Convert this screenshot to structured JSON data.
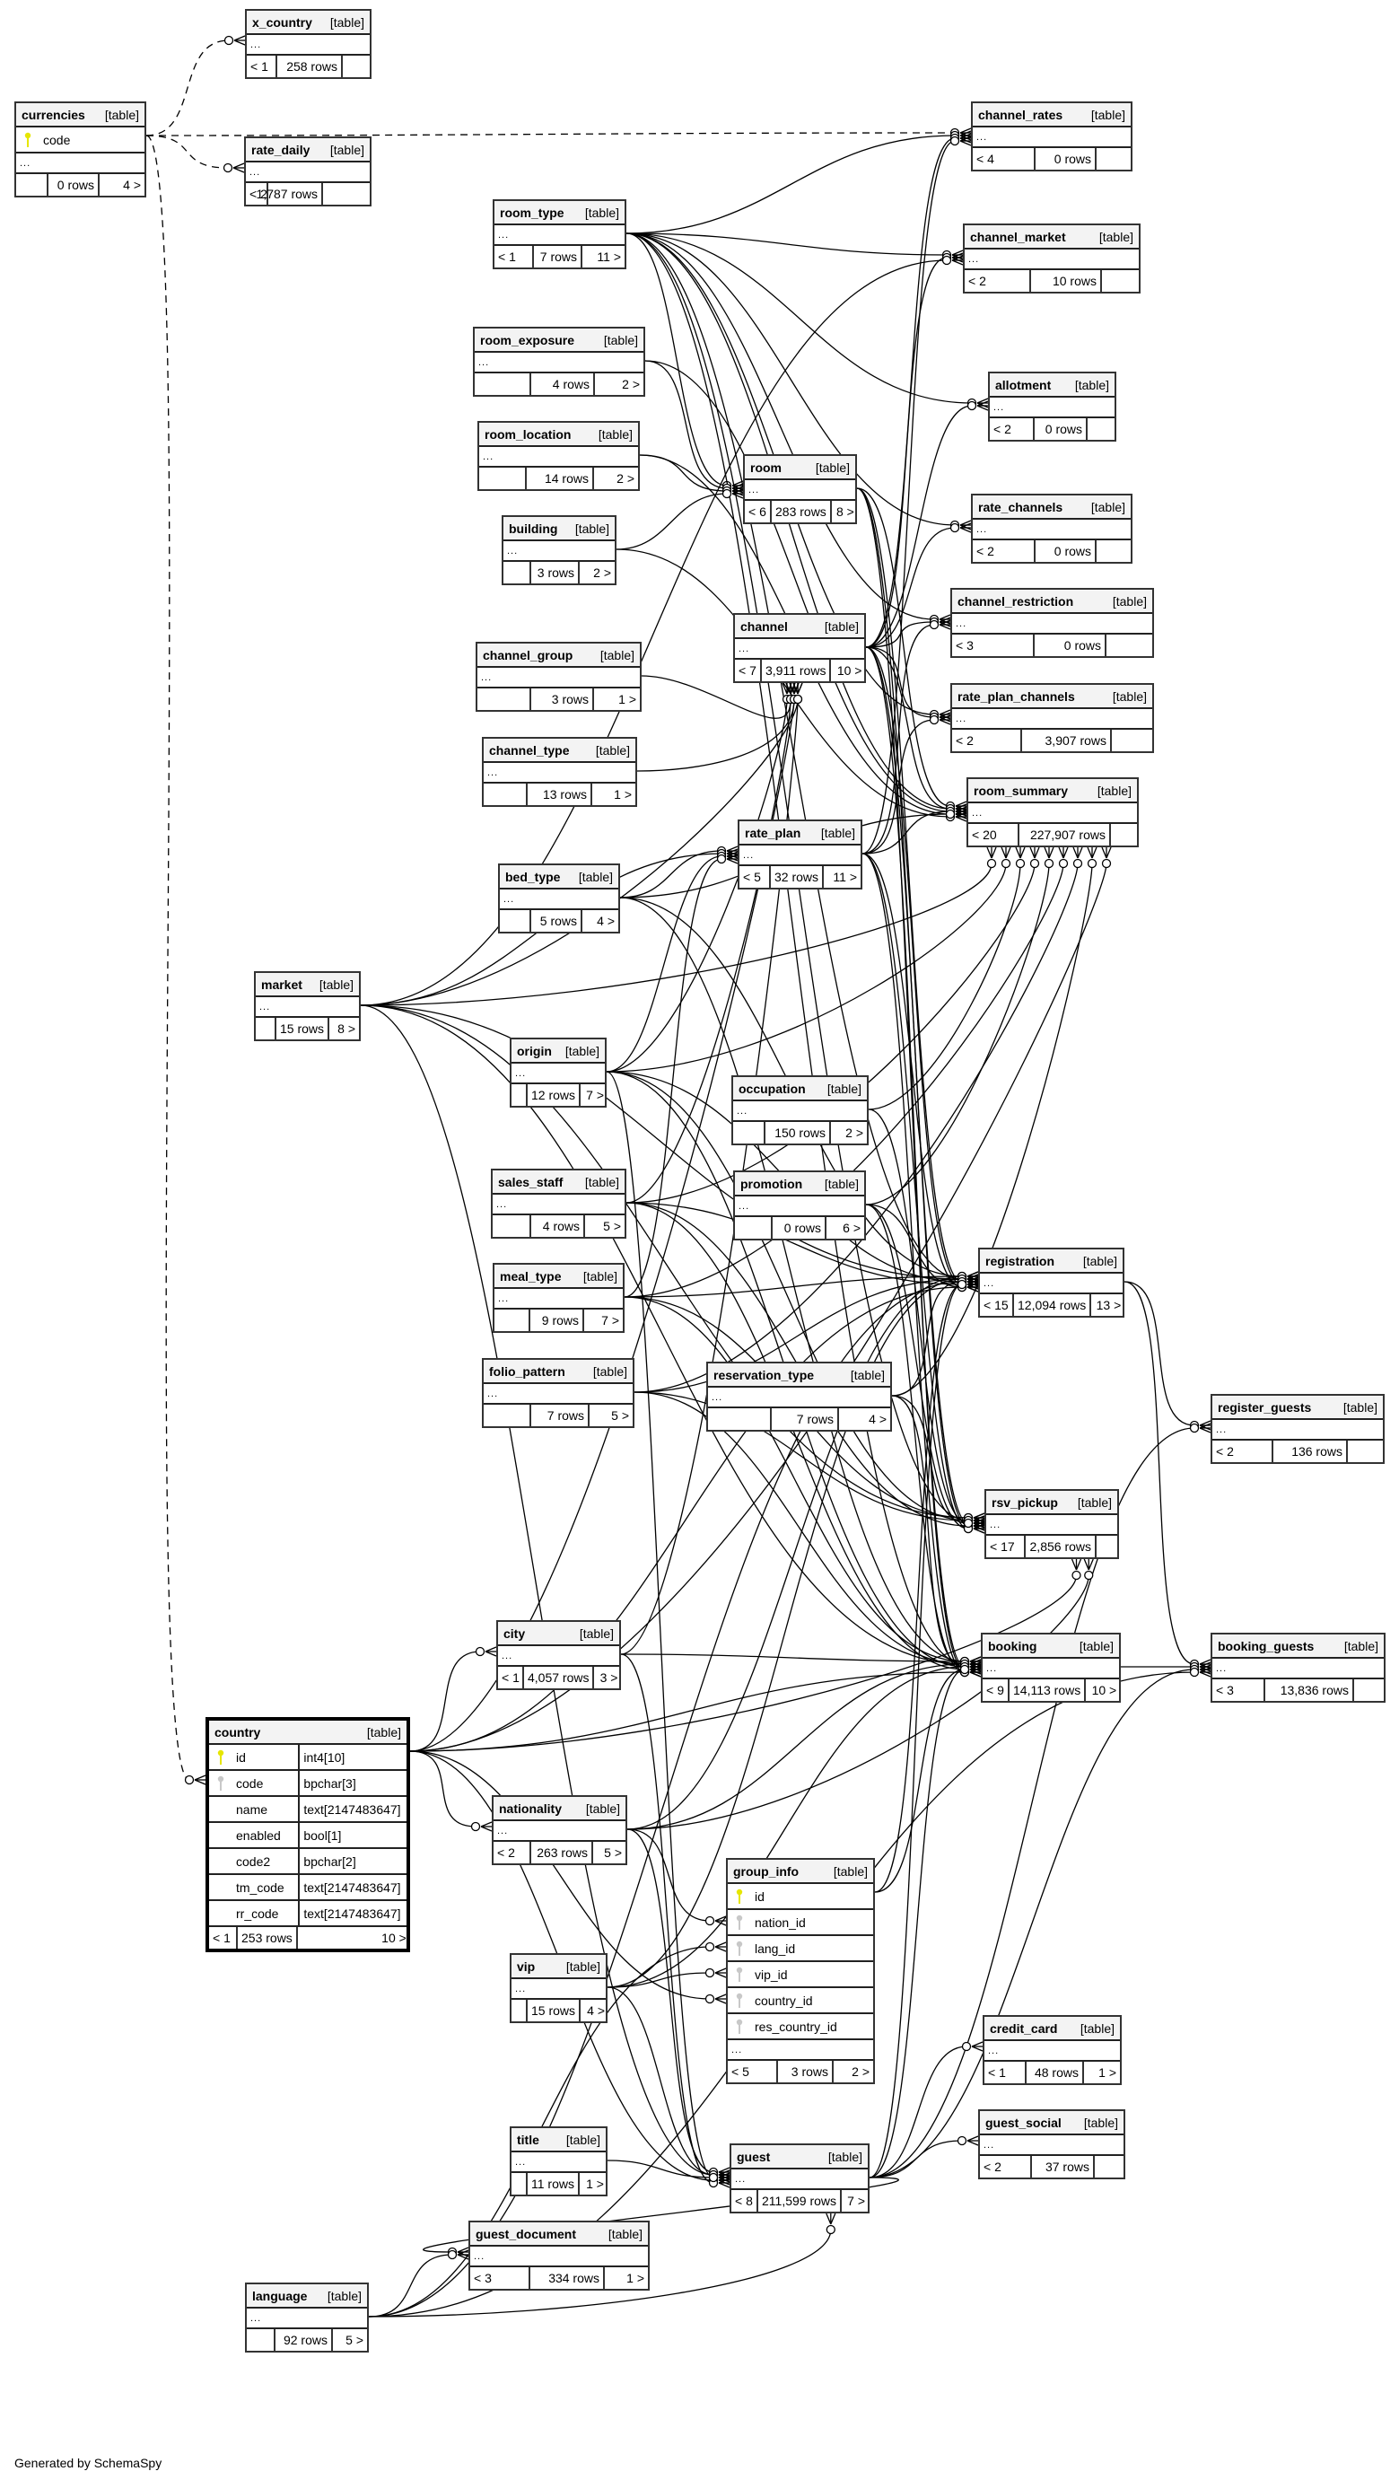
{
  "footer": "Generated by SchemaSpy",
  "label_table": "[table]",
  "ellipsis": "...",
  "tables": {
    "x_country": {
      "name": "x_country",
      "parents": "< 1",
      "rows": "258 rows",
      "children": ""
    },
    "currencies": {
      "name": "currencies",
      "parents": "",
      "rows": "0 rows",
      "children": "4 >",
      "columns": [
        {
          "name": "code",
          "key": "primary"
        }
      ]
    },
    "rate_daily": {
      "name": "rate_daily",
      "parents": "< 2",
      "rows": "1,787 rows",
      "children": ""
    },
    "channel_rates": {
      "name": "channel_rates",
      "parents": "< 4",
      "rows": "0 rows",
      "children": ""
    },
    "room_type": {
      "name": "room_type",
      "parents": "< 1",
      "rows": "7 rows",
      "children": "11 >"
    },
    "channel_market": {
      "name": "channel_market",
      "parents": "< 2",
      "rows": "10 rows",
      "children": ""
    },
    "room_exposure": {
      "name": "room_exposure",
      "parents": "",
      "rows": "4 rows",
      "children": "2 >"
    },
    "allotment": {
      "name": "allotment",
      "parents": "< 2",
      "rows": "0 rows",
      "children": ""
    },
    "room_location": {
      "name": "room_location",
      "parents": "",
      "rows": "14 rows",
      "children": "2 >"
    },
    "room": {
      "name": "room",
      "parents": "< 6",
      "rows": "283 rows",
      "children": "8 >"
    },
    "rate_channels": {
      "name": "rate_channels",
      "parents": "< 2",
      "rows": "0 rows",
      "children": ""
    },
    "building": {
      "name": "building",
      "parents": "",
      "rows": "3 rows",
      "children": "2 >"
    },
    "channel": {
      "name": "channel",
      "parents": "< 7",
      "rows": "3,911 rows",
      "children": "10 >"
    },
    "channel_restriction": {
      "name": "channel_restriction",
      "parents": "< 3",
      "rows": "0 rows",
      "children": ""
    },
    "channel_group": {
      "name": "channel_group",
      "parents": "",
      "rows": "3 rows",
      "children": "1 >"
    },
    "rate_plan_channels": {
      "name": "rate_plan_channels",
      "parents": "< 2",
      "rows": "3,907 rows",
      "children": ""
    },
    "channel_type": {
      "name": "channel_type",
      "parents": "",
      "rows": "13 rows",
      "children": "1 >"
    },
    "room_summary": {
      "name": "room_summary",
      "parents": "< 20",
      "rows": "227,907 rows",
      "children": ""
    },
    "rate_plan": {
      "name": "rate_plan",
      "parents": "< 5",
      "rows": "32 rows",
      "children": "11 >"
    },
    "bed_type": {
      "name": "bed_type",
      "parents": "",
      "rows": "5 rows",
      "children": "4 >"
    },
    "market": {
      "name": "market",
      "parents": "",
      "rows": "15 rows",
      "children": "8 >"
    },
    "origin": {
      "name": "origin",
      "parents": "",
      "rows": "12 rows",
      "children": "7 >"
    },
    "occupation": {
      "name": "occupation",
      "parents": "",
      "rows": "150 rows",
      "children": "2 >"
    },
    "sales_staff": {
      "name": "sales_staff",
      "parents": "",
      "rows": "4 rows",
      "children": "5 >"
    },
    "promotion": {
      "name": "promotion",
      "parents": "",
      "rows": "0 rows",
      "children": "6 >"
    },
    "registration": {
      "name": "registration",
      "parents": "< 15",
      "rows": "12,094 rows",
      "children": "13 >"
    },
    "meal_type": {
      "name": "meal_type",
      "parents": "",
      "rows": "9 rows",
      "children": "7 >"
    },
    "folio_pattern": {
      "name": "folio_pattern",
      "parents": "",
      "rows": "7 rows",
      "children": "5 >"
    },
    "reservation_type": {
      "name": "reservation_type",
      "parents": "",
      "rows": "7 rows",
      "children": "4 >"
    },
    "register_guests": {
      "name": "register_guests",
      "parents": "< 2",
      "rows": "136 rows",
      "children": ""
    },
    "rsv_pickup": {
      "name": "rsv_pickup",
      "parents": "< 17",
      "rows": "2,856 rows",
      "children": ""
    },
    "city": {
      "name": "city",
      "parents": "< 1",
      "rows": "4,057 rows",
      "children": "3 >"
    },
    "booking": {
      "name": "booking",
      "parents": "< 9",
      "rows": "14,113 rows",
      "children": "10 >"
    },
    "booking_guests": {
      "name": "booking_guests",
      "parents": "< 3",
      "rows": "13,836 rows",
      "children": ""
    },
    "country": {
      "name": "country",
      "parents": "< 1",
      "rows": "253 rows",
      "children": "10 >",
      "columns": [
        {
          "name": "id",
          "type": "int4[10]",
          "key": "primary"
        },
        {
          "name": "code",
          "type": "bpchar[3]",
          "key": "foreign"
        },
        {
          "name": "name",
          "type": "text[2147483647]",
          "key": ""
        },
        {
          "name": "enabled",
          "type": "bool[1]",
          "key": ""
        },
        {
          "name": "code2",
          "type": "bpchar[2]",
          "key": ""
        },
        {
          "name": "tm_code",
          "type": "text[2147483647]",
          "key": ""
        },
        {
          "name": "rr_code",
          "type": "text[2147483647]",
          "key": ""
        }
      ]
    },
    "nationality": {
      "name": "nationality",
      "parents": "< 2",
      "rows": "263 rows",
      "children": "5 >"
    },
    "group_info": {
      "name": "group_info",
      "parents": "< 5",
      "rows": "3 rows",
      "children": "2 >",
      "columns": [
        {
          "name": "id",
          "key": "primary"
        },
        {
          "name": "nation_id",
          "key": "foreign"
        },
        {
          "name": "lang_id",
          "key": "foreign"
        },
        {
          "name": "vip_id",
          "key": "foreign"
        },
        {
          "name": "country_id",
          "key": "foreign"
        },
        {
          "name": "res_country_id",
          "key": "foreign"
        }
      ]
    },
    "vip": {
      "name": "vip",
      "parents": "",
      "rows": "15 rows",
      "children": "4 >"
    },
    "credit_card": {
      "name": "credit_card",
      "parents": "< 1",
      "rows": "48 rows",
      "children": "1 >"
    },
    "title": {
      "name": "title",
      "parents": "",
      "rows": "11 rows",
      "children": "1 >"
    },
    "guest": {
      "name": "guest",
      "parents": "< 8",
      "rows": "211,599 rows",
      "children": "7 >"
    },
    "guest_social": {
      "name": "guest_social",
      "parents": "< 2",
      "rows": "37 rows",
      "children": ""
    },
    "guest_document": {
      "name": "guest_document",
      "parents": "< 3",
      "rows": "334 rows",
      "children": "1 >"
    },
    "language": {
      "name": "language",
      "parents": "",
      "rows": "92 rows",
      "children": "5 >"
    }
  },
  "relationships": [
    {
      "from": "currencies",
      "to": "x_country",
      "implied": true
    },
    {
      "from": "currencies",
      "to": "rate_daily",
      "implied": true
    },
    {
      "from": "currencies",
      "to": "channel_rates",
      "implied": true
    },
    {
      "from": "currencies",
      "to": "country",
      "implied": true
    },
    {
      "from": "room_type",
      "to": "room"
    },
    {
      "from": "room_type",
      "to": "channel_rates"
    },
    {
      "from": "room_type",
      "to": "channel_market"
    },
    {
      "from": "room_type",
      "to": "allotment"
    },
    {
      "from": "room_type",
      "to": "room_summary"
    },
    {
      "from": "room_type",
      "to": "rsv_pickup"
    },
    {
      "from": "room_type",
      "to": "registration"
    },
    {
      "from": "room_type",
      "to": "booking"
    },
    {
      "from": "room_type",
      "to": "rate_channels"
    },
    {
      "from": "room_type",
      "to": "channel_restriction"
    },
    {
      "from": "room_type",
      "to": "rate_plan_channels"
    },
    {
      "from": "room_exposure",
      "to": "room"
    },
    {
      "from": "room_exposure",
      "to": "room_summary"
    },
    {
      "from": "room_location",
      "to": "room"
    },
    {
      "from": "room_location",
      "to": "room_summary"
    },
    {
      "from": "building",
      "to": "room"
    },
    {
      "from": "building",
      "to": "room_summary"
    },
    {
      "from": "room",
      "to": "room_summary"
    },
    {
      "from": "room",
      "to": "registration"
    },
    {
      "from": "room",
      "to": "booking"
    },
    {
      "from": "room",
      "to": "rsv_pickup"
    },
    {
      "from": "channel_group",
      "to": "channel"
    },
    {
      "from": "channel_type",
      "to": "channel"
    },
    {
      "from": "channel",
      "to": "channel_rates"
    },
    {
      "from": "channel",
      "to": "channel_market"
    },
    {
      "from": "channel",
      "to": "allotment"
    },
    {
      "from": "channel",
      "to": "rate_channels"
    },
    {
      "from": "channel",
      "to": "channel_restriction"
    },
    {
      "from": "channel",
      "to": "rate_plan_channels"
    },
    {
      "from": "channel",
      "to": "room_summary"
    },
    {
      "from": "channel",
      "to": "rsv_pickup"
    },
    {
      "from": "channel",
      "to": "registration"
    },
    {
      "from": "channel",
      "to": "booking"
    },
    {
      "from": "rate_plan",
      "to": "channel_rates"
    },
    {
      "from": "rate_plan",
      "to": "channel_restriction"
    },
    {
      "from": "rate_plan",
      "to": "rate_plan_channels"
    },
    {
      "from": "rate_plan",
      "to": "room_summary"
    },
    {
      "from": "rate_plan",
      "to": "registration"
    },
    {
      "from": "rate_plan",
      "to": "booking"
    },
    {
      "from": "rate_plan",
      "to": "rsv_pickup"
    },
    {
      "from": "bed_type",
      "to": "room_summary"
    },
    {
      "from": "bed_type",
      "to": "registration"
    },
    {
      "from": "bed_type",
      "to": "booking"
    },
    {
      "from": "bed_type",
      "to": "rate_plan"
    },
    {
      "from": "market",
      "to": "channel_market"
    },
    {
      "from": "market",
      "to": "channel"
    },
    {
      "from": "market",
      "to": "room_summary"
    },
    {
      "from": "market",
      "to": "registration"
    },
    {
      "from": "market",
      "to": "booking"
    },
    {
      "from": "market",
      "to": "rsv_pickup"
    },
    {
      "from": "market",
      "to": "rate_plan"
    },
    {
      "from": "market",
      "to": "guest"
    },
    {
      "from": "origin",
      "to": "channel"
    },
    {
      "from": "origin",
      "to": "room_summary"
    },
    {
      "from": "origin",
      "to": "registration"
    },
    {
      "from": "origin",
      "to": "booking"
    },
    {
      "from": "origin",
      "to": "rsv_pickup"
    },
    {
      "from": "origin",
      "to": "rate_plan"
    },
    {
      "from": "origin",
      "to": "guest"
    },
    {
      "from": "occupation",
      "to": "room_summary"
    },
    {
      "from": "occupation",
      "to": "rsv_pickup"
    },
    {
      "from": "sales_staff",
      "to": "room_summary"
    },
    {
      "from": "sales_staff",
      "to": "registration"
    },
    {
      "from": "sales_staff",
      "to": "booking"
    },
    {
      "from": "sales_staff",
      "to": "rsv_pickup"
    },
    {
      "from": "sales_staff",
      "to": "channel"
    },
    {
      "from": "promotion",
      "to": "room_summary"
    },
    {
      "from": "promotion",
      "to": "registration"
    },
    {
      "from": "promotion",
      "to": "booking"
    },
    {
      "from": "promotion",
      "to": "rsv_pickup"
    },
    {
      "from": "meal_type",
      "to": "room_summary"
    },
    {
      "from": "meal_type",
      "to": "registration"
    },
    {
      "from": "meal_type",
      "to": "booking"
    },
    {
      "from": "meal_type",
      "to": "rsv_pickup"
    },
    {
      "from": "meal_type",
      "to": "rate_plan"
    },
    {
      "from": "folio_pattern",
      "to": "registration"
    },
    {
      "from": "folio_pattern",
      "to": "booking"
    },
    {
      "from": "folio_pattern",
      "to": "rsv_pickup"
    },
    {
      "from": "folio_pattern",
      "to": "room_summary"
    },
    {
      "from": "reservation_type",
      "to": "registration"
    },
    {
      "from": "reservation_type",
      "to": "booking"
    },
    {
      "from": "reservation_type",
      "to": "rsv_pickup"
    },
    {
      "from": "reservation_type",
      "to": "room_summary"
    },
    {
      "from": "registration",
      "to": "register_guests"
    },
    {
      "from": "registration",
      "to": "booking_guests"
    },
    {
      "from": "booking",
      "to": "booking_guests"
    },
    {
      "from": "guest",
      "to": "register_guests"
    },
    {
      "from": "guest",
      "to": "booking_guests"
    },
    {
      "from": "guest",
      "to": "credit_card"
    },
    {
      "from": "guest",
      "to": "guest_social"
    },
    {
      "from": "guest",
      "to": "guest_document"
    },
    {
      "from": "guest",
      "to": "registration"
    },
    {
      "from": "guest",
      "to": "booking"
    },
    {
      "from": "country",
      "to": "city"
    },
    {
      "from": "country",
      "to": "nationality"
    },
    {
      "from": "country",
      "to": "group_info"
    },
    {
      "from": "country",
      "to": "guest"
    },
    {
      "from": "country",
      "to": "registration"
    },
    {
      "from": "country",
      "to": "booking"
    },
    {
      "from": "country",
      "to": "rsv_pickup"
    },
    {
      "from": "country",
      "to": "room_summary"
    },
    {
      "from": "country",
      "to": "channel"
    },
    {
      "from": "city",
      "to": "guest"
    },
    {
      "from": "city",
      "to": "booking"
    },
    {
      "from": "city",
      "to": "channel"
    },
    {
      "from": "nationality",
      "to": "group_info"
    },
    {
      "from": "nationality",
      "to": "guest"
    },
    {
      "from": "nationality",
      "to": "registration"
    },
    {
      "from": "nationality",
      "to": "booking"
    },
    {
      "from": "nationality",
      "to": "rsv_pickup"
    },
    {
      "from": "vip",
      "to": "group_info"
    },
    {
      "from": "vip",
      "to": "guest"
    },
    {
      "from": "vip",
      "to": "registration"
    },
    {
      "from": "vip",
      "to": "booking"
    },
    {
      "from": "title",
      "to": "guest"
    },
    {
      "from": "language",
      "to": "group_info"
    },
    {
      "from": "language",
      "to": "guest"
    },
    {
      "from": "language",
      "to": "guest_document"
    },
    {
      "from": "language",
      "to": "registration"
    },
    {
      "from": "language",
      "to": "booking_guests"
    },
    {
      "from": "group_info",
      "to": "registration"
    },
    {
      "from": "group_info",
      "to": "booking"
    }
  ]
}
